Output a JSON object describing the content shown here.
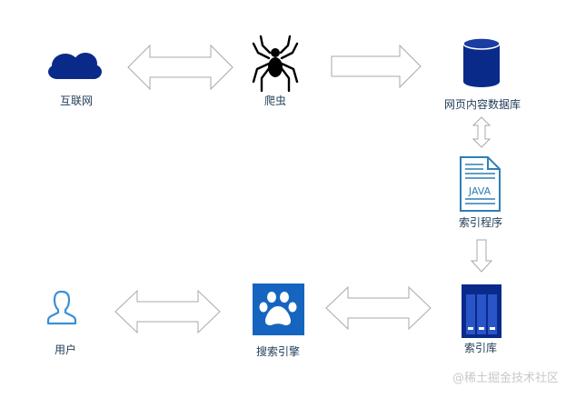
{
  "nodes": {
    "internet": {
      "label": "互联网",
      "icon": "cloud-icon"
    },
    "crawler": {
      "label": "爬虫",
      "icon": "spider-icon"
    },
    "web_db": {
      "label": "网页内容数据库",
      "icon": "database-icon"
    },
    "indexer": {
      "label": "索引程序",
      "icon": "java-file-icon",
      "icon_text": "JAVA"
    },
    "index_db": {
      "label": "索引库",
      "icon": "server-icon"
    },
    "search_engine": {
      "label": "搜索引擎",
      "icon": "paw-icon"
    },
    "user": {
      "label": "用户",
      "icon": "user-icon"
    }
  },
  "watermark": "@稀土掘金技术社区",
  "colors": {
    "navy": "#0a2a8a",
    "blue": "#1466b8",
    "java_blue": "#2f7fb8",
    "paw_bg": "#1565c0",
    "user_blue": "#3b8fd6",
    "arrow_stroke": "#a8a8a8",
    "label_text": "#1f3b57"
  }
}
